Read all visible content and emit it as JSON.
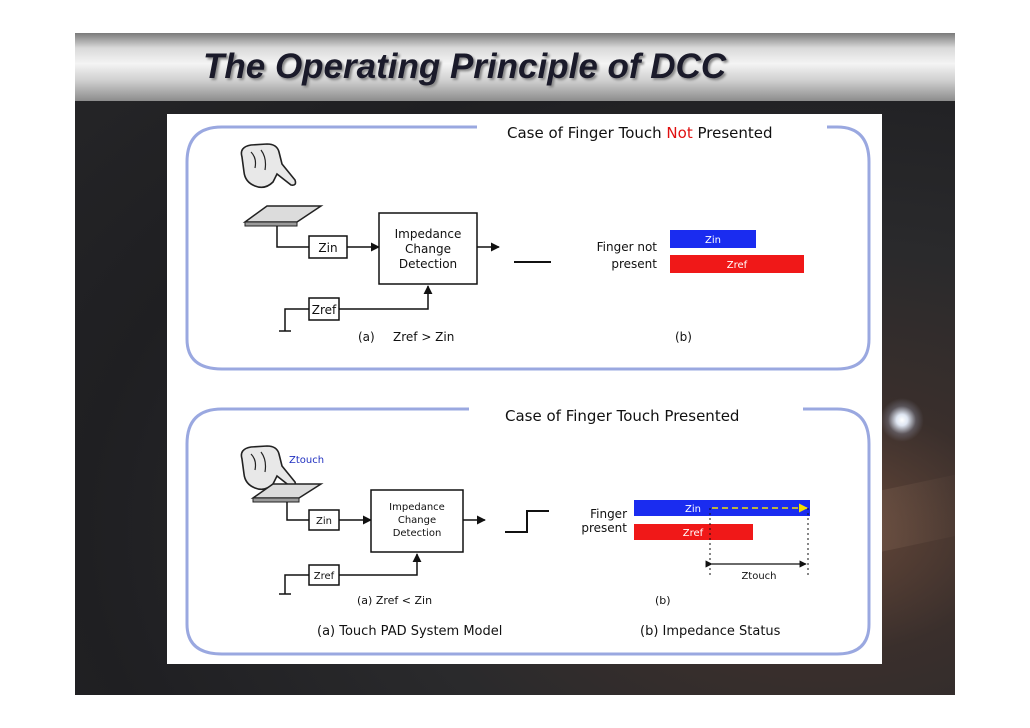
{
  "slide": {
    "title": "The Operating Principle of DCC"
  },
  "top_panel": {
    "heading_prefix": "Case of Finger Touch ",
    "heading_highlight": "Not",
    "heading_suffix": " Presented",
    "zin_label": "Zin",
    "zref_label": "Zref",
    "detector_line1": "Impedance",
    "detector_line2": "Change",
    "detector_line3": "Detection",
    "caption_a_prefix": "(a)",
    "caption_a": "Zref > Zin",
    "caption_b": "(b)",
    "status_line1": "Finger not",
    "status_line2": "present",
    "bar_zin": "Zin",
    "bar_zref": "Zref"
  },
  "bottom_panel": {
    "heading": "Case of Finger Touch Presented",
    "ztouch_label": "Ztouch",
    "zin_label": "Zin",
    "zref_label": "Zref",
    "detector_line1": "Impedance",
    "detector_line2": "Change",
    "detector_line3": "Detection",
    "caption_a": "(a) Zref < Zin",
    "caption_b": "(b)",
    "status_line1": "Finger",
    "status_line2": "present",
    "bar_zin": "Zin",
    "bar_zref": "Zref",
    "ztouch_dim": "Ztouch",
    "footer_a": "(a) Touch PAD System Model",
    "footer_b": "(b) Impedance Status"
  },
  "colors": {
    "frame": "#9aa8e0",
    "bar_blue": "#1a2cf0",
    "bar_red": "#f01818",
    "highlight_red": "#e01010",
    "title_text": "#1a1a2a"
  }
}
